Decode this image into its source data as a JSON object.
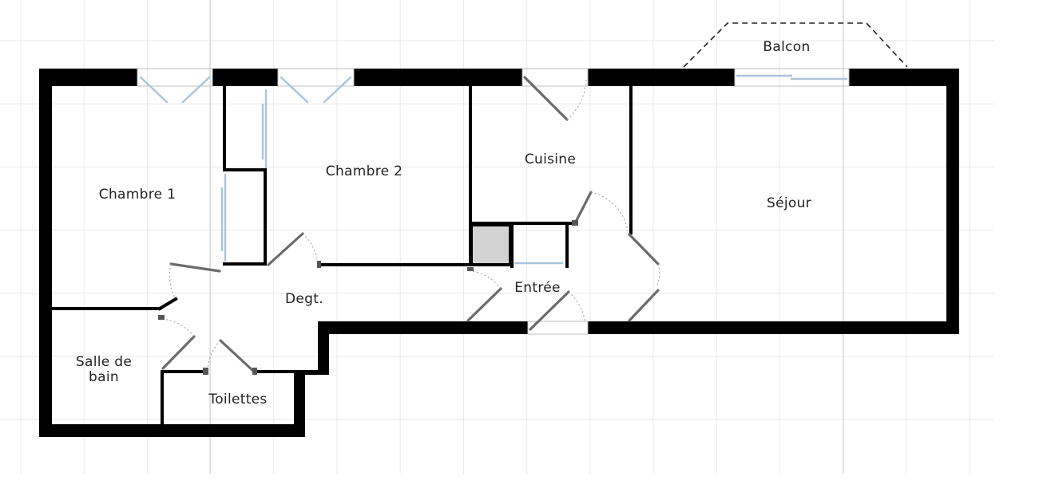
{
  "plan": {
    "rooms": {
      "chambre_1": "Chambre 1",
      "chambre_2": "Chambre 2",
      "cuisine": "Cuisine",
      "sejour": "Séjour",
      "balcon": "Balcon",
      "entree": "Entrée",
      "degt": "Degt.",
      "salle_de_bain_line1": "Salle de",
      "salle_de_bain_line2": "bain",
      "toilettes": "Toilettes"
    },
    "colors": {
      "wall": "#000000",
      "window": "#aac4dd",
      "door": "#6b6b6b",
      "shaft": "#d3d3d3",
      "grid": "#e9e9e9"
    }
  }
}
